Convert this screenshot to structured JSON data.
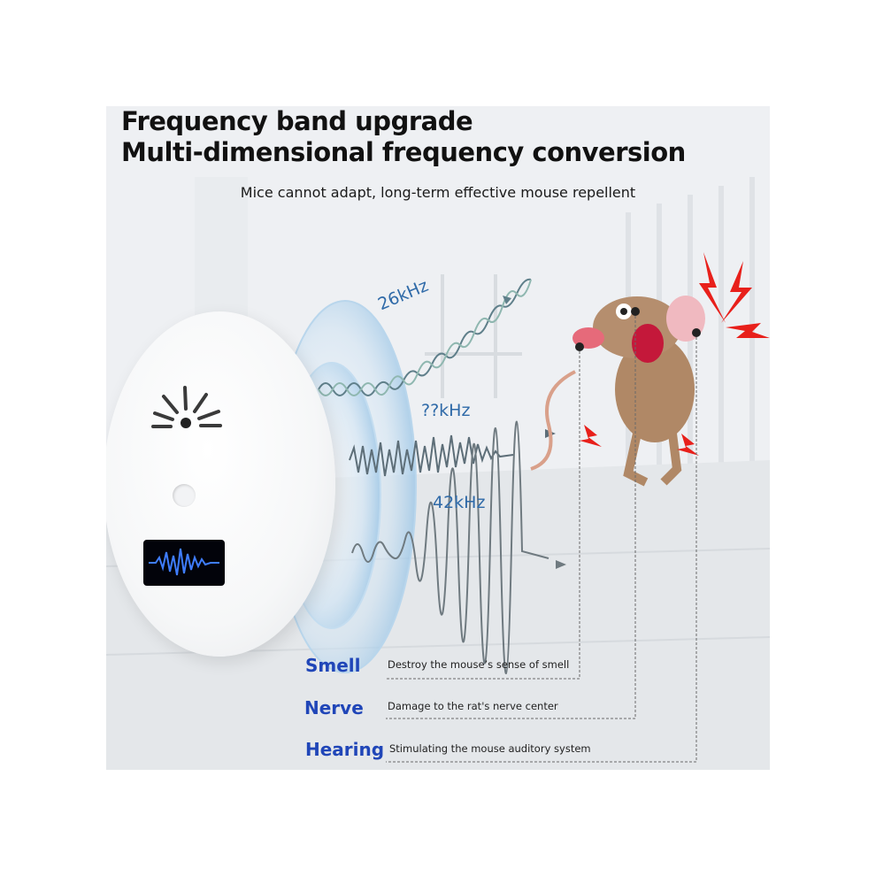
{
  "title_lines": [
    "Frequency band upgrade",
    "Multi-dimensional frequency conversion"
  ],
  "subtitle": "Mice cannot adapt, long-term effective mouse repellent",
  "frequencies": [
    "26kHz",
    "??kHz",
    "42kHz"
  ],
  "effects": [
    {
      "label": "Smell",
      "description": "Destroy the mouse’s sense of smell"
    },
    {
      "label": "Nerve",
      "description": "Damage to the rat's nerve center"
    },
    {
      "label": "Hearing",
      "description": "Stimulating the mouse auditory system"
    }
  ],
  "colors": {
    "frequency_text": "#2f6aa8",
    "effect_label": "#2046b8",
    "display_wave": "#3f7dff",
    "alert_red": "#e8201b"
  }
}
